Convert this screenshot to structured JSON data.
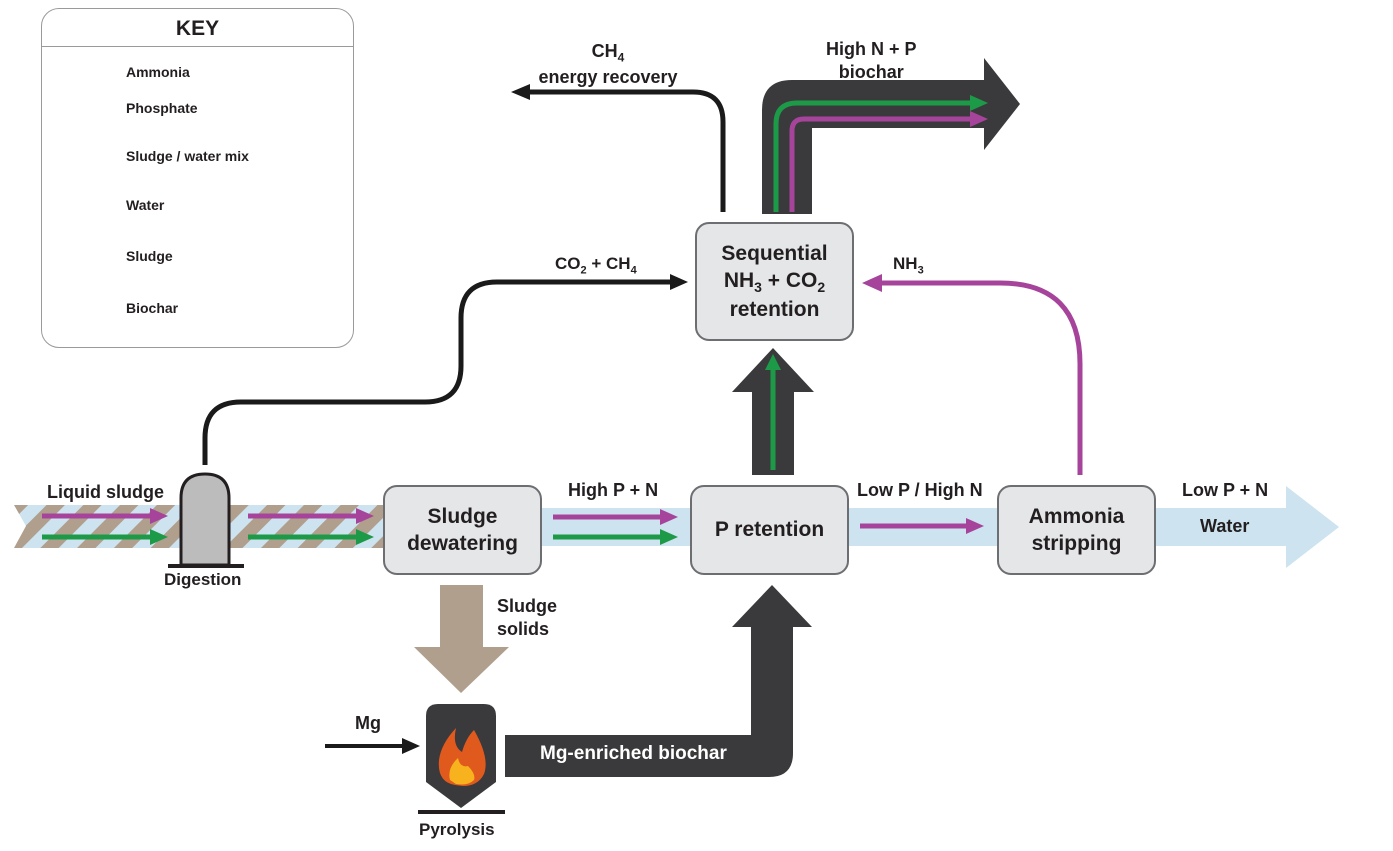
{
  "key": {
    "title": "KEY",
    "items": [
      {
        "label": "Ammonia",
        "kind": "arrow",
        "color": "#a6449b"
      },
      {
        "label": "Phosphate",
        "kind": "arrow",
        "color": "#1d9a48"
      },
      {
        "label": "Sludge / water mix",
        "kind": "swatch-striped"
      },
      {
        "label": "Water",
        "kind": "swatch",
        "color": "#cde3ef"
      },
      {
        "label": "Sludge",
        "kind": "swatch",
        "color": "#b19f8e"
      },
      {
        "label": "Biochar",
        "kind": "swatch",
        "color": "#5d5e62"
      }
    ]
  },
  "colors": {
    "ammonia": "#a6449b",
    "phosphate": "#1d9a48",
    "water": "#cde3ef",
    "sludge": "#b19f8e",
    "biochar": "#3a3a3c",
    "box_fill": "#e5e6e8"
  },
  "process_boxes": {
    "sludge_dewatering": "Sludge\ndewatering",
    "p_retention": "P retention",
    "ammonia_stripping": "Ammonia\nstripping"
  },
  "sequential_box": {
    "line1": "Sequential",
    "line2_nh": "NH",
    "line2_sub3": "3",
    "line2_mid": " + CO",
    "line2_sub2": "2",
    "line3": "retention"
  },
  "labels": {
    "liquid_sludge": "Liquid sludge",
    "digestion": "Digestion",
    "high_p_n": "High P + N",
    "low_p_high_n": "Low P / High N",
    "low_p_n": "Low P + N",
    "water": "Water",
    "sludge_solids": "Sludge\nsolids",
    "mg": "Mg",
    "pyrolysis": "Pyrolysis",
    "mg_biochar": "Mg-enriched biochar",
    "high_n_p_biochar": "High N + P\nbiochar",
    "ch4_ch": "CH",
    "ch4_sub": "4",
    "energy_recovery": "energy recovery",
    "co2_co": "CO",
    "co2_sub": "2",
    "co2_plus_ch": " + CH",
    "co2_ch4_sub": "4",
    "nh3_nh": "NH",
    "nh3_sub": "3"
  }
}
